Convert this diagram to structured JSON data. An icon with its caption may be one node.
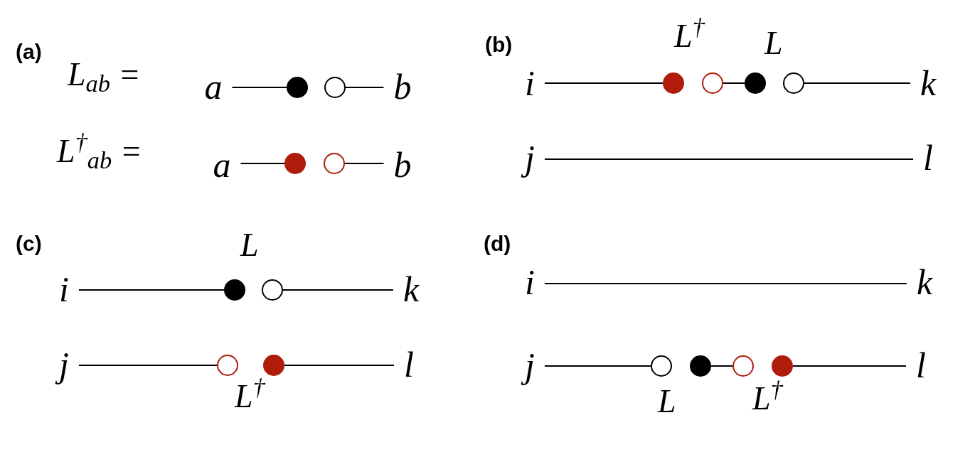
{
  "diagram": {
    "nodes": [
      {
        "text": [
          "a"
        ]
      },
      {
        "text": [],
        "shape": "dot"
      },
      {
        "text": [],
        "shape": "circle"
      },
      {
        "text": [
          "b"
        ]
      },
      {
        "text": [
          "a"
        ]
      },
      {
        "text": [],
        "shape": "dot"
      },
      {
        "text": [],
        "shape": "circle"
      },
      {
        "text": [
          "b"
        ]
      },
      {
        "text": [
          "i"
        ]
      },
      {
        "text": [],
        "shape": "dot"
      },
      {
        "text": [],
        "shape": "circle"
      },
      {
        "text": [],
        "shape": "dot"
      },
      {
        "text": [],
        "shape": "circle"
      },
      {
        "text": [
          "k"
        ]
      },
      {
        "text": [
          "j"
        ]
      },
      {
        "text": [
          "l"
        ]
      },
      {
        "text": [
          "i"
        ]
      },
      {
        "text": [],
        "shape": "dot"
      },
      {
        "text": [],
        "shape": "circle"
      },
      {
        "text": [
          "k"
        ]
      },
      {
        "text": [
          "j"
        ]
      },
      {
        "text": [],
        "shape": "circle"
      },
      {
        "text": [],
        "shape": "dot"
      },
      {
        "text": [
          "l"
        ]
      },
      {
        "text": [
          "i"
        ]
      },
      {
        "text": [
          "k"
        ]
      },
      {
        "text": [
          "j"
        ]
      },
      {
        "text": [],
        "shape": "circle"
      },
      {
        "text": [],
        "shape": "dot"
      },
      {
        "text": [],
        "shape": "circle"
      },
      {
        "text": [],
        "shape": "dot"
      },
      {
        "text": [
          "l"
        ]
      }
    ],
    "edges": [
      {
        "from": 0,
        "to": 1,
        "arrow": "none"
      },
      {
        "from": 2,
        "to": 3,
        "arrow": "none"
      },
      {
        "from": 4,
        "to": 5,
        "arrow": "none"
      },
      {
        "from": 6,
        "to": 7,
        "arrow": "none"
      },
      {
        "from": 8,
        "to": 9,
        "arrow": "none"
      },
      {
        "from": 10,
        "to": 11,
        "arrow": "none"
      },
      {
        "from": 12,
        "to": 13,
        "arrow": "none"
      },
      {
        "from": 14,
        "to": 15,
        "arrow": "none"
      },
      {
        "from": 16,
        "to": 17,
        "arrow": "none"
      },
      {
        "from": 18,
        "to": 19,
        "arrow": "none"
      },
      {
        "from": 20,
        "to": 21,
        "arrow": "none"
      },
      {
        "from": 22,
        "to": 23,
        "arrow": "none"
      },
      {
        "from": 24,
        "to": 25,
        "arrow": "none"
      },
      {
        "from": 26,
        "to": 27,
        "arrow": "none"
      },
      {
        "from": 28,
        "to": 29,
        "arrow": "none"
      },
      {
        "from": 30,
        "to": 31,
        "arrow": "none"
      }
    ],
    "labels": [
      "(a)",
      "L$_{ab}$ =",
      "L$^{†}$$_{ab}$ =",
      "(b)",
      "L$^{†}$",
      "L",
      "(c)",
      "L",
      "L$^{†}$",
      "(d)",
      "L",
      "L$^{†}$"
    ]
  }
}
